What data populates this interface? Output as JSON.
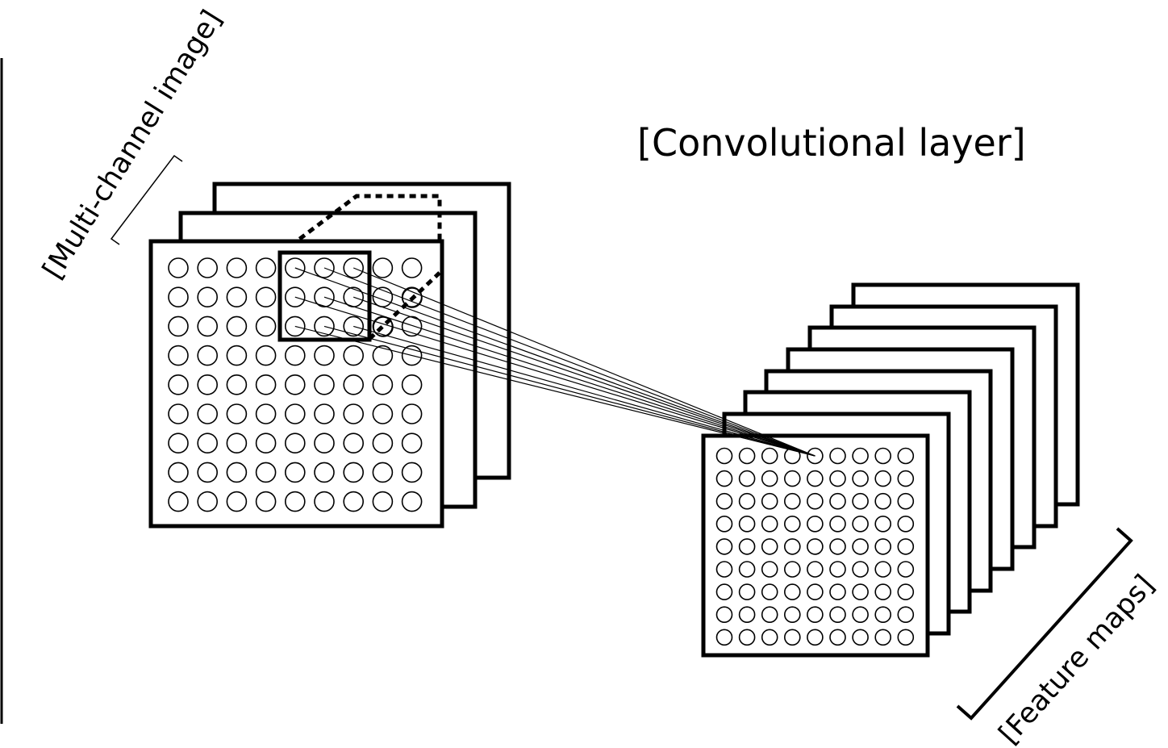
{
  "labels": {
    "title": "[Convolutional layer]",
    "input": "[Multi-channel image]",
    "output": "[Feature maps]"
  },
  "input_image": {
    "channels": 3,
    "grid_rows": 9,
    "grid_cols": 9
  },
  "kernel": {
    "rows": 3,
    "cols": 3
  },
  "feature_maps": {
    "count": 8,
    "grid_rows": 9,
    "grid_cols": 9
  },
  "colors": {
    "stroke": "#000000",
    "background": "#ffffff"
  }
}
